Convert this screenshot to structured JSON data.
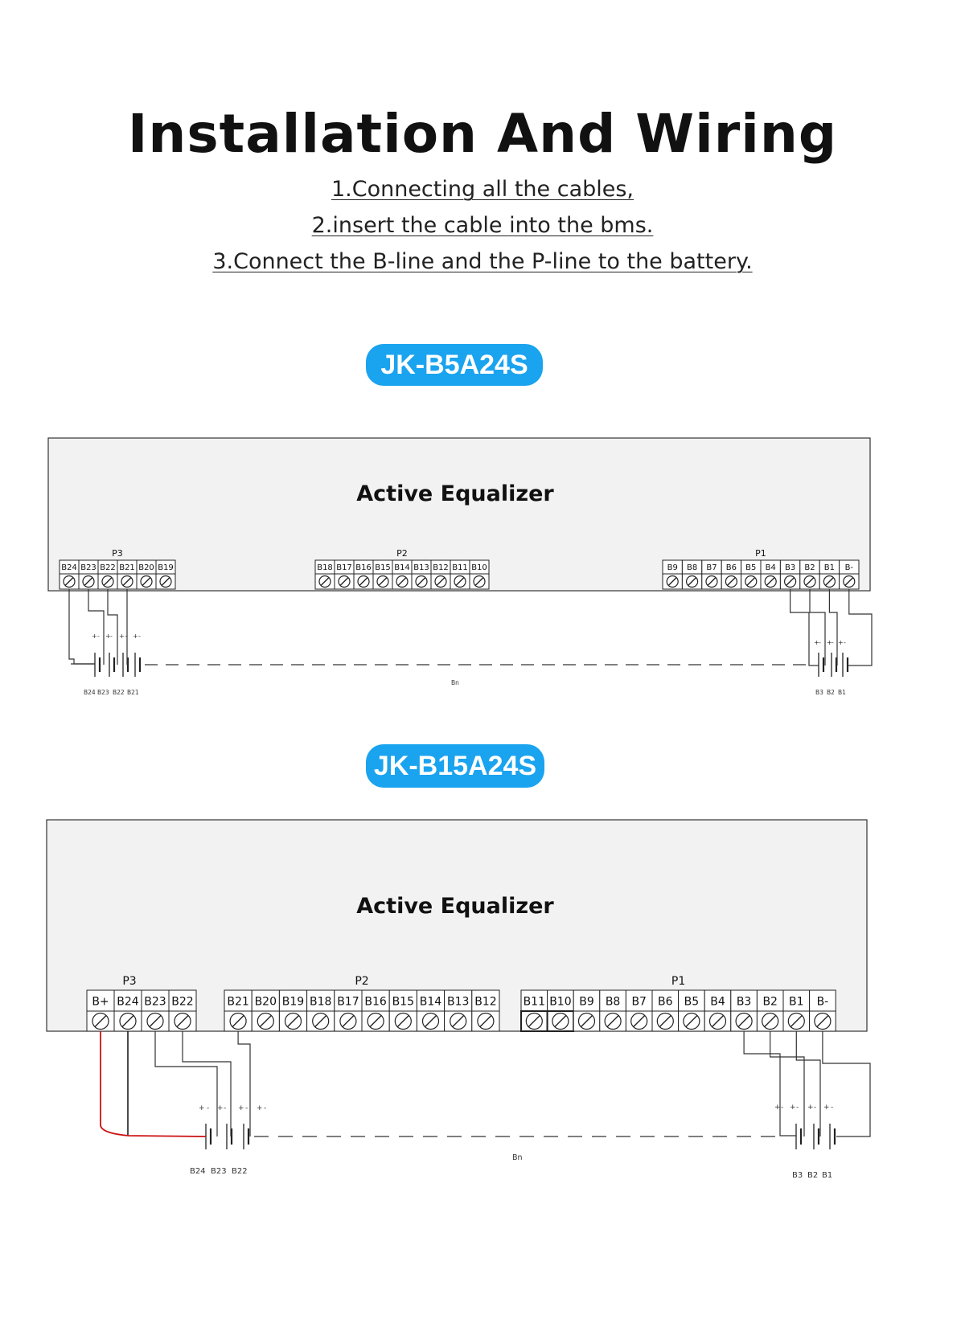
{
  "title": "Installation And Wiring",
  "steps": [
    "1.Connecting all the cables,",
    "2.insert the cable into the bms.",
    "3.Connect the B-line and the P-line to the battery."
  ],
  "model_labels": [
    "JK-B5A24S",
    "JK-B15A24S"
  ],
  "diagrams": [
    {
      "model": "JK-B5A24S",
      "device_label": "Active Equalizer",
      "connectors": [
        {
          "name": "P3",
          "pins": [
            "B24",
            "B23",
            "B22",
            "B21",
            "B20",
            "B19"
          ]
        },
        {
          "name": "P2",
          "pins": [
            "B18",
            "B17",
            "B16",
            "B15",
            "B14",
            "B13",
            "B12",
            "B11",
            "B10"
          ]
        },
        {
          "name": "P1",
          "pins": [
            "B9",
            "B8",
            "B7",
            "B6",
            "B5",
            "B4",
            "B3",
            "B2",
            "B1",
            "B-"
          ]
        }
      ],
      "left_cell_labels": [
        "B24",
        "B23",
        "B22",
        "B21"
      ],
      "right_cell_labels": [
        "B3",
        "B2",
        "B1"
      ],
      "middle_label": "Bn"
    },
    {
      "model": "JK-B15A24S",
      "device_label": "Active Equalizer",
      "connectors": [
        {
          "name": "P3",
          "pins": [
            "B+",
            "B24",
            "B23",
            "B22"
          ]
        },
        {
          "name": "P2",
          "pins": [
            "B21",
            "B20",
            "B19",
            "B18",
            "B17",
            "B16",
            "B15",
            "B14",
            "B13",
            "B12"
          ]
        },
        {
          "name": "P1",
          "pins": [
            "B11",
            "B10",
            "B9",
            "B8",
            "B7",
            "B6",
            "B5",
            "B4",
            "B3",
            "B2",
            "B1",
            "B-"
          ]
        }
      ],
      "left_cell_labels": [
        "B24",
        "B23",
        "B22"
      ],
      "right_cell_labels": [
        "B3",
        "B2",
        "B1"
      ],
      "middle_label": "Bn"
    }
  ],
  "colors": {
    "accent": "#1aa3ef",
    "positive_wire": "#cc1111"
  }
}
